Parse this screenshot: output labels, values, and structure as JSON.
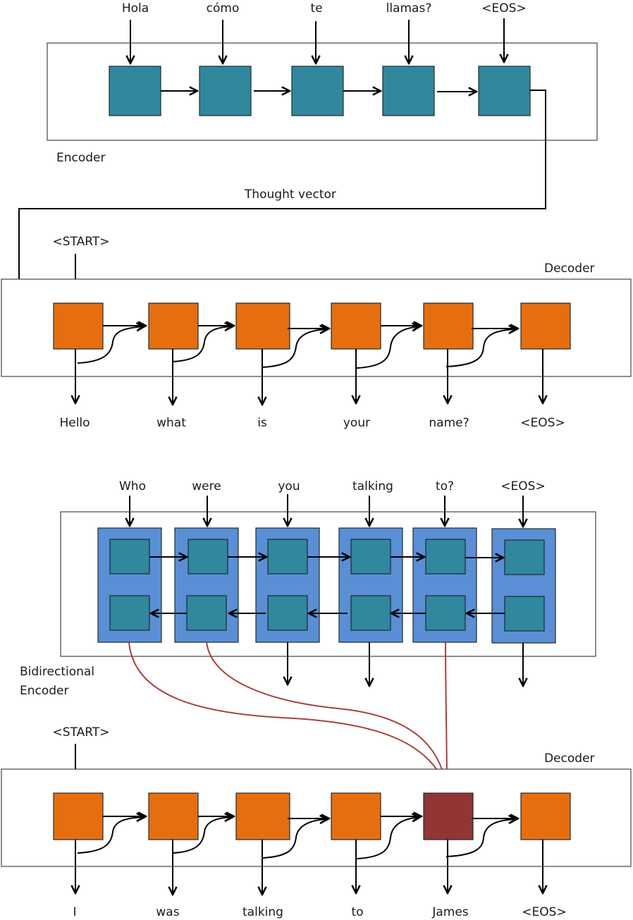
{
  "colors": {
    "encoder_cell": "#30879e",
    "bidir_group": "#5a8fd6",
    "decoder_cell": "#e56f10",
    "attended_cell": "#913633",
    "attention_line": "#a9403c"
  },
  "diagram1": {
    "encoder": {
      "label": "Encoder",
      "inputs": [
        "Hola",
        "cómo",
        "te",
        "llamas?",
        "<EOS>"
      ]
    },
    "thought_vector_label": "Thought vector",
    "decoder": {
      "label": "Decoder",
      "start_token": "<START>",
      "outputs": [
        "Hello",
        "what",
        "is",
        "your",
        "name?",
        "<EOS>"
      ]
    }
  },
  "diagram2": {
    "encoder": {
      "label_line1": "Bidirectional",
      "label_line2": "Encoder",
      "inputs": [
        "Who",
        "were",
        "you",
        "talking",
        "to?",
        "<EOS>"
      ]
    },
    "decoder": {
      "label": "Decoder",
      "start_token": "<START>",
      "outputs": [
        "I",
        "was",
        "talking",
        "to",
        "James",
        "<EOS>"
      ],
      "attended_output_index": 4,
      "attention_sources": [
        0,
        1,
        4
      ]
    }
  }
}
